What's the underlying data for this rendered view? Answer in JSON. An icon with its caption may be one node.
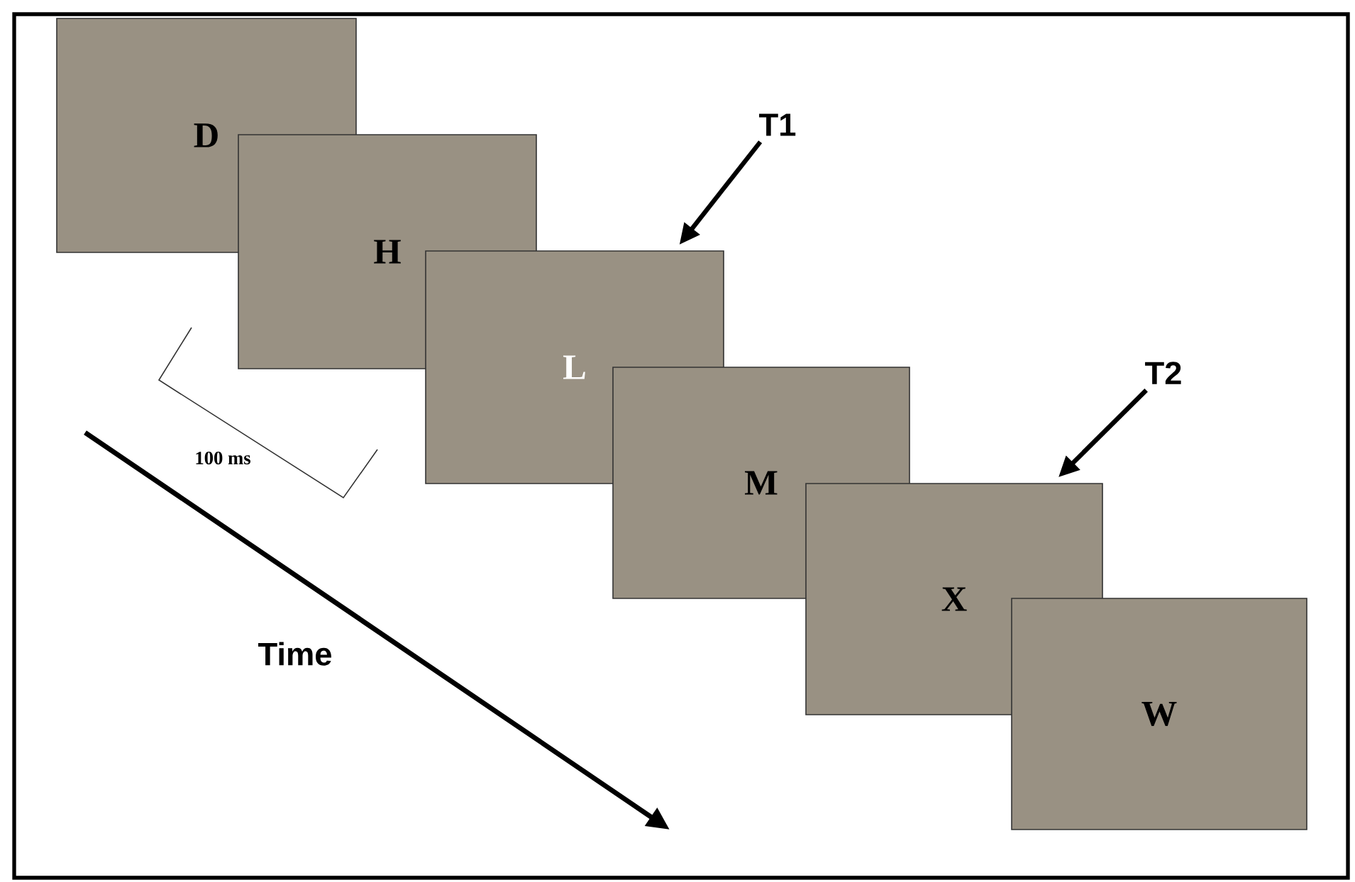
{
  "diagram": {
    "nodes": [
      {
        "text": [
          "D"
        ]
      },
      {
        "text": [
          "H"
        ]
      },
      {
        "text": [
          "L"
        ]
      },
      {
        "text": [
          "M"
        ]
      },
      {
        "text": [
          "X"
        ]
      },
      {
        "text": [
          "W"
        ]
      },
      {
        "text": [
          "T1"
        ]
      },
      {
        "text": [
          "T2"
        ]
      }
    ],
    "edges": [
      {
        "from": 6,
        "to": 2,
        "arrow": "to"
      },
      {
        "from": 7,
        "to": 4,
        "arrow": "to"
      }
    ],
    "labels": [
      "100 ms",
      "Time"
    ]
  }
}
